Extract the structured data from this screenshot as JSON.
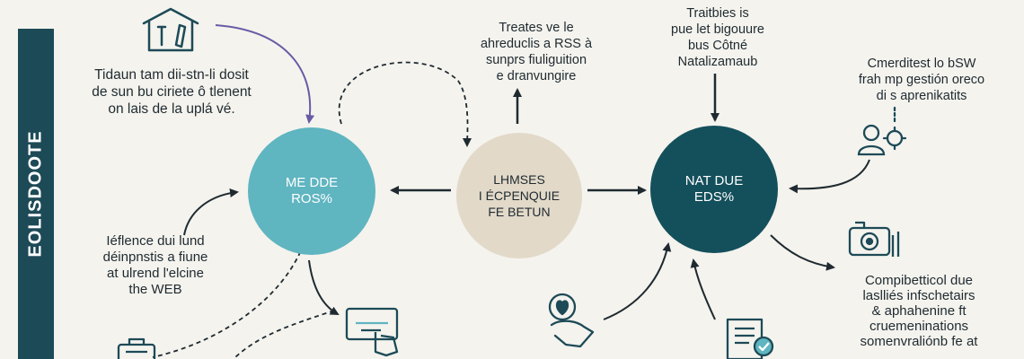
{
  "sidebar": {
    "label": "EOLISDOOTE",
    "color": "#1d4a57"
  },
  "colors": {
    "node_teal": "#5fb5c0",
    "node_beige": "#e2d9c9",
    "node_dark": "#14505c",
    "line": "#1f2a30",
    "arrow_purple": "#6a5aa5"
  },
  "nodes": {
    "left": {
      "lines": [
        "ME DDE",
        "ROS%"
      ]
    },
    "center": {
      "lines": [
        "LHMSES",
        "I ÉCPENQUIE",
        "FE BETUN"
      ]
    },
    "right": {
      "lines": [
        "NAT DUE",
        "EDS%"
      ]
    }
  },
  "texts": {
    "top_left": "Tidaun tam dii-stn-li dosit\nde sun bu ciriete ô tlenent\non lais de la uplá vé.",
    "top_center": "Treates ve le\nahreduclis a RSS à\nsunprs fiuliguition\ne dranvungire",
    "top_right_center": "Traitbies is\npue let bigouure\nbus Côtné\nNatalizamaub",
    "top_right": "Cmerditest lo bSW\nfrah mp gestión oreco\ndi s aprenikatits",
    "left_mid": "Iéflence dui lund\ndéinpnstis a fiune\nat ulrend l'elcine\nthe WEB",
    "bottom_right": "Compibetticol due\nlaslliés infschetairs\n& aphahenine ft\ncruemeninations\nsomenvraliónb fe at"
  },
  "icons": [
    "home-tools-icon",
    "person-gear-icon",
    "camera-tools-icon",
    "monitor-hand-icon",
    "heart-hand-icon",
    "checklist-icon",
    "briefcase-icon"
  ]
}
